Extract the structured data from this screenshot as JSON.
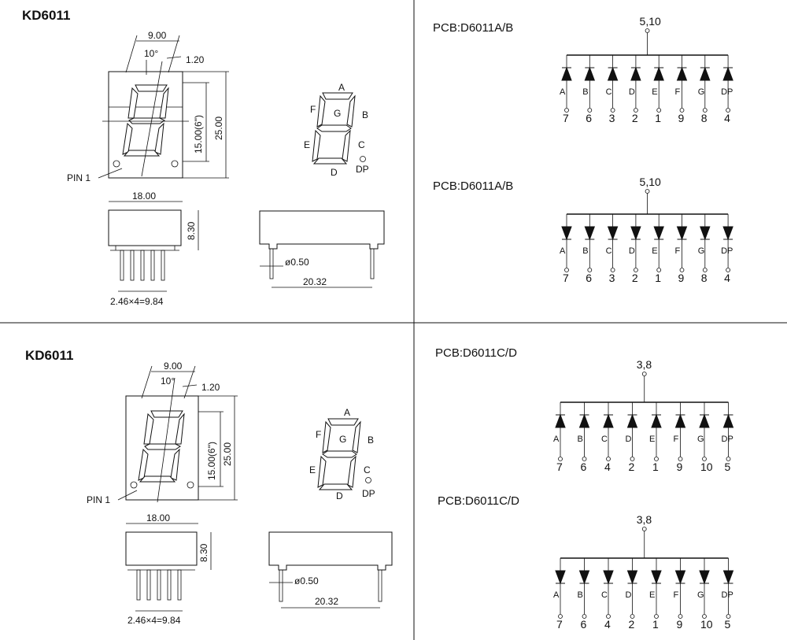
{
  "panels": [
    {
      "title": "KD6011",
      "dims": {
        "width_top": "9.00",
        "angle": "10°",
        "gap": "1.20",
        "digit_h": "15.00(6\")",
        "total_h": "25.00",
        "width": "18.00",
        "depth": "8.30",
        "pitch": "2.46×4=9.84",
        "pin_dia": "ø0.50",
        "row": "20.32"
      },
      "pin1": "PIN 1",
      "segments": [
        "A",
        "B",
        "C",
        "D",
        "E",
        "F",
        "G",
        "DP"
      ]
    },
    {
      "title": "KD6011",
      "dims": {
        "width_top": "9.00",
        "angle": "10°",
        "gap": "1.20",
        "digit_h": "15.00(6\")",
        "total_h": "25.00",
        "width": "18.00",
        "depth": "8.30",
        "pitch": "2.46×4=9.84",
        "pin_dia": "ø0.50",
        "row": "20.32"
      },
      "pin1": "PIN 1",
      "segments": [
        "A",
        "B",
        "C",
        "D",
        "E",
        "F",
        "G",
        "DP"
      ]
    }
  ],
  "circuits": [
    {
      "title": "PCB:D6011A/B",
      "common": "5,10",
      "direction": "up",
      "segments": [
        "A",
        "B",
        "C",
        "D",
        "E",
        "F",
        "G",
        "DP"
      ],
      "pins": [
        "7",
        "6",
        "3",
        "2",
        "1",
        "9",
        "8",
        "4"
      ]
    },
    {
      "title": "PCB:D6011A/B",
      "common": "5,10",
      "direction": "down",
      "segments": [
        "A",
        "B",
        "C",
        "D",
        "E",
        "F",
        "G",
        "DP"
      ],
      "pins": [
        "7",
        "6",
        "3",
        "2",
        "1",
        "9",
        "8",
        "4"
      ]
    },
    {
      "title": "PCB:D6011C/D",
      "common": "3,8",
      "direction": "up",
      "segments": [
        "A",
        "B",
        "C",
        "D",
        "E",
        "F",
        "G",
        "DP"
      ],
      "pins": [
        "7",
        "6",
        "4",
        "2",
        "1",
        "9",
        "10",
        "5"
      ]
    },
    {
      "title": "PCB:D6011C/D",
      "common": "3,8",
      "direction": "down",
      "segments": [
        "A",
        "B",
        "C",
        "D",
        "E",
        "F",
        "G",
        "DP"
      ],
      "pins": [
        "7",
        "6",
        "4",
        "2",
        "1",
        "9",
        "10",
        "5"
      ]
    }
  ]
}
